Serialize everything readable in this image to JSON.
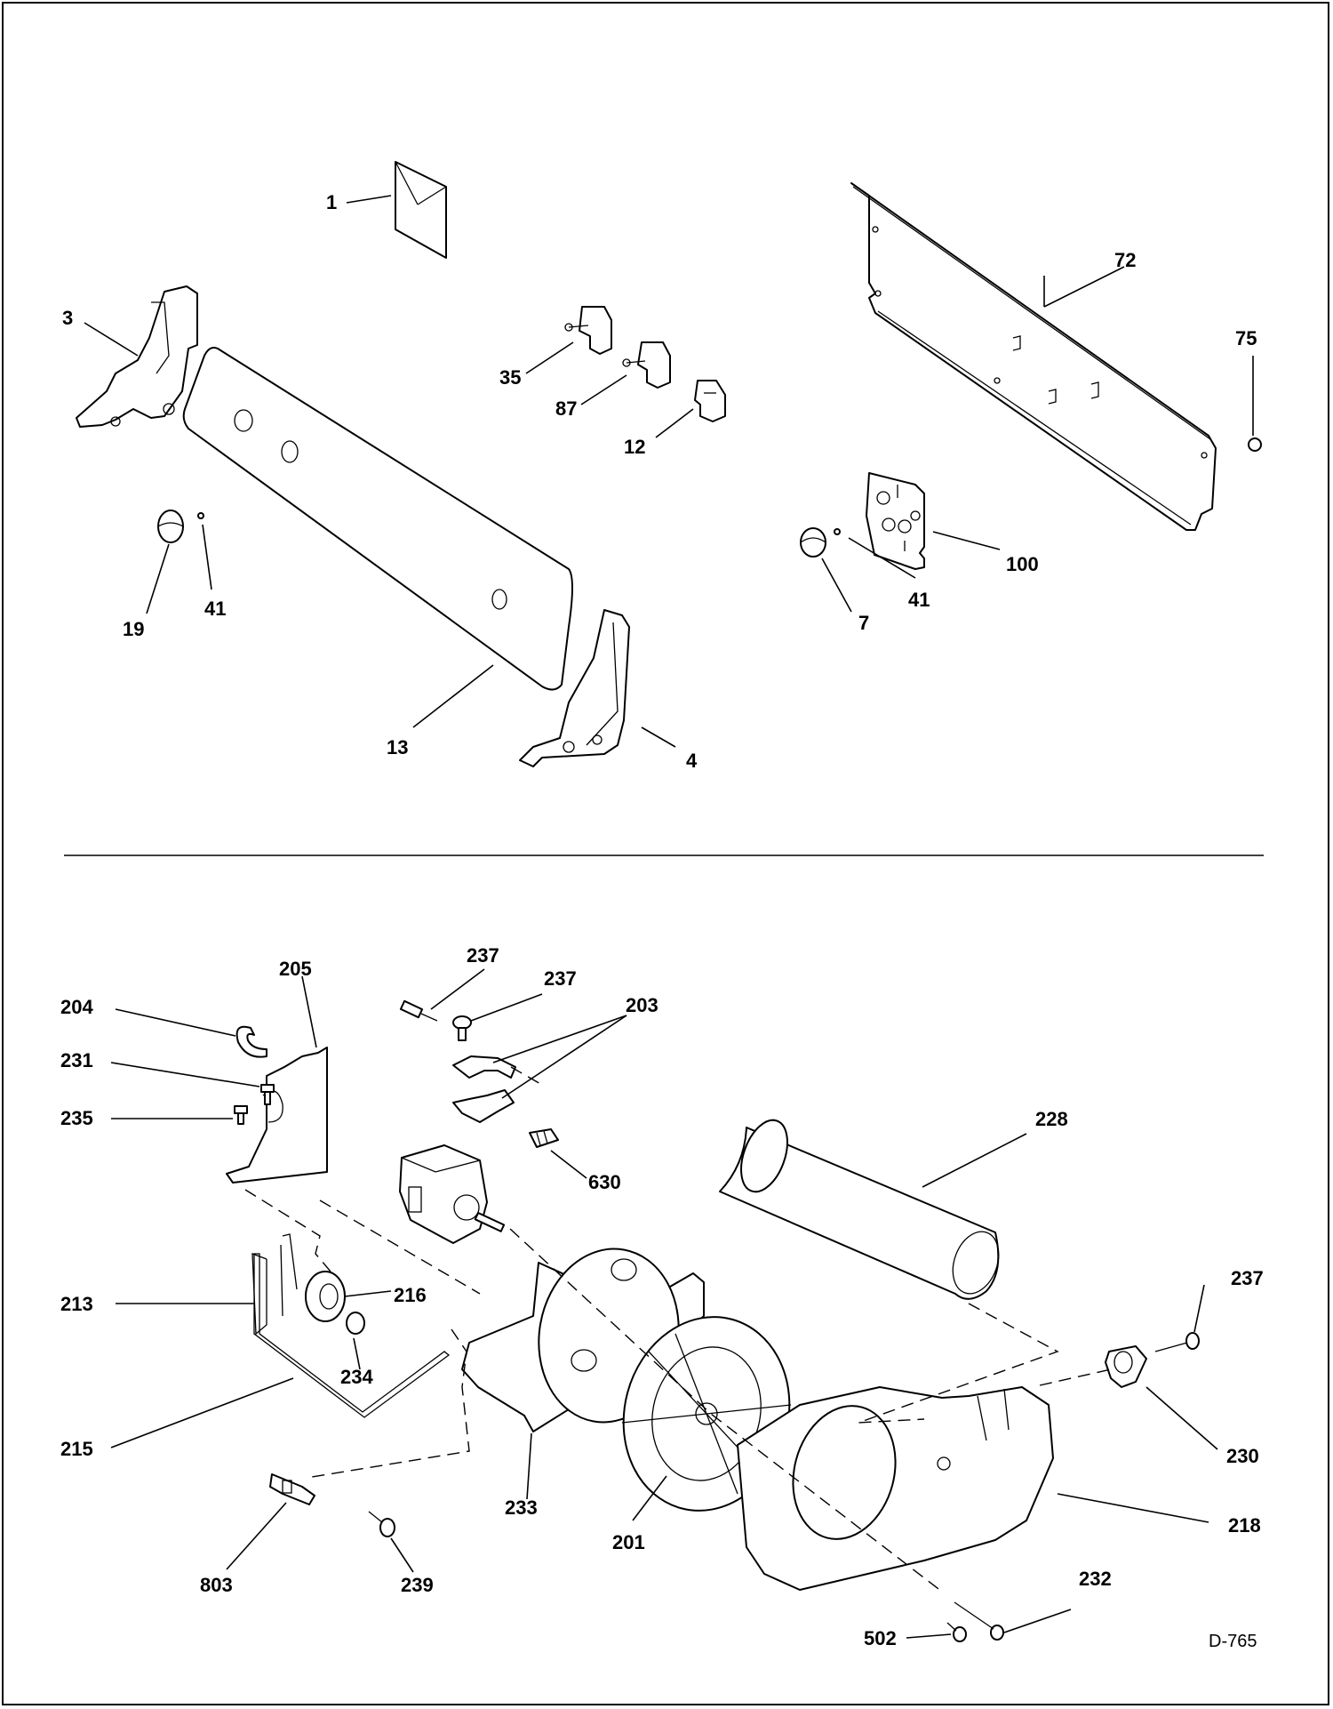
{
  "diagram_code": "D-765",
  "callouts": {
    "c1": "1",
    "c3": "3",
    "c72": "72",
    "c75": "75",
    "c35": "35",
    "c87": "87",
    "c12": "12",
    "c19": "19",
    "c41a": "41",
    "c41b": "41",
    "c100": "100",
    "c7": "7",
    "c13": "13",
    "c4": "4",
    "c205": "205",
    "c204": "204",
    "c231": "231",
    "c235": "235",
    "c237a": "237",
    "c237b": "237",
    "c203": "203",
    "c228": "228",
    "c630": "630",
    "c213": "213",
    "c216": "216",
    "c234": "234",
    "c215": "215",
    "c233": "233",
    "c201": "201",
    "c237c": "237",
    "c230": "230",
    "c218": "218",
    "c803": "803",
    "c239": "239",
    "c232": "232",
    "c502": "502"
  }
}
